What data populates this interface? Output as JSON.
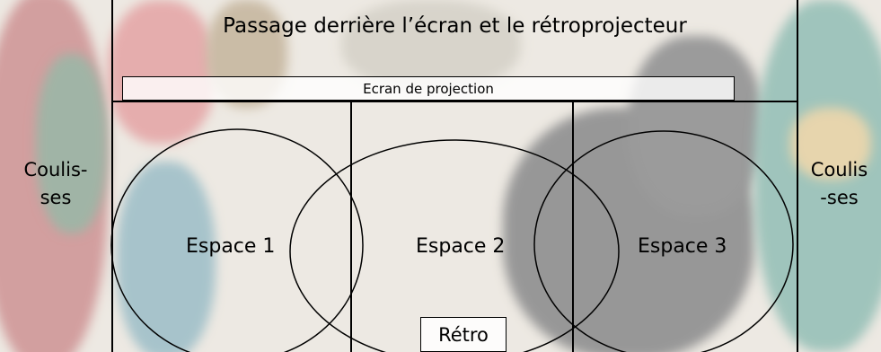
{
  "header": {
    "title": "Passage derrière l’écran et le rétroprojecteur"
  },
  "screen": {
    "label": "Ecran de projection"
  },
  "wings": {
    "left": "Coulis-\nses",
    "right": "Coulis\n-ses"
  },
  "spaces": [
    "Espace 1",
    "Espace 2",
    "Espace 3"
  ],
  "projector": {
    "label": "Rétro"
  },
  "colors": {
    "line": "#000000",
    "background_veil": "#ffffff"
  }
}
